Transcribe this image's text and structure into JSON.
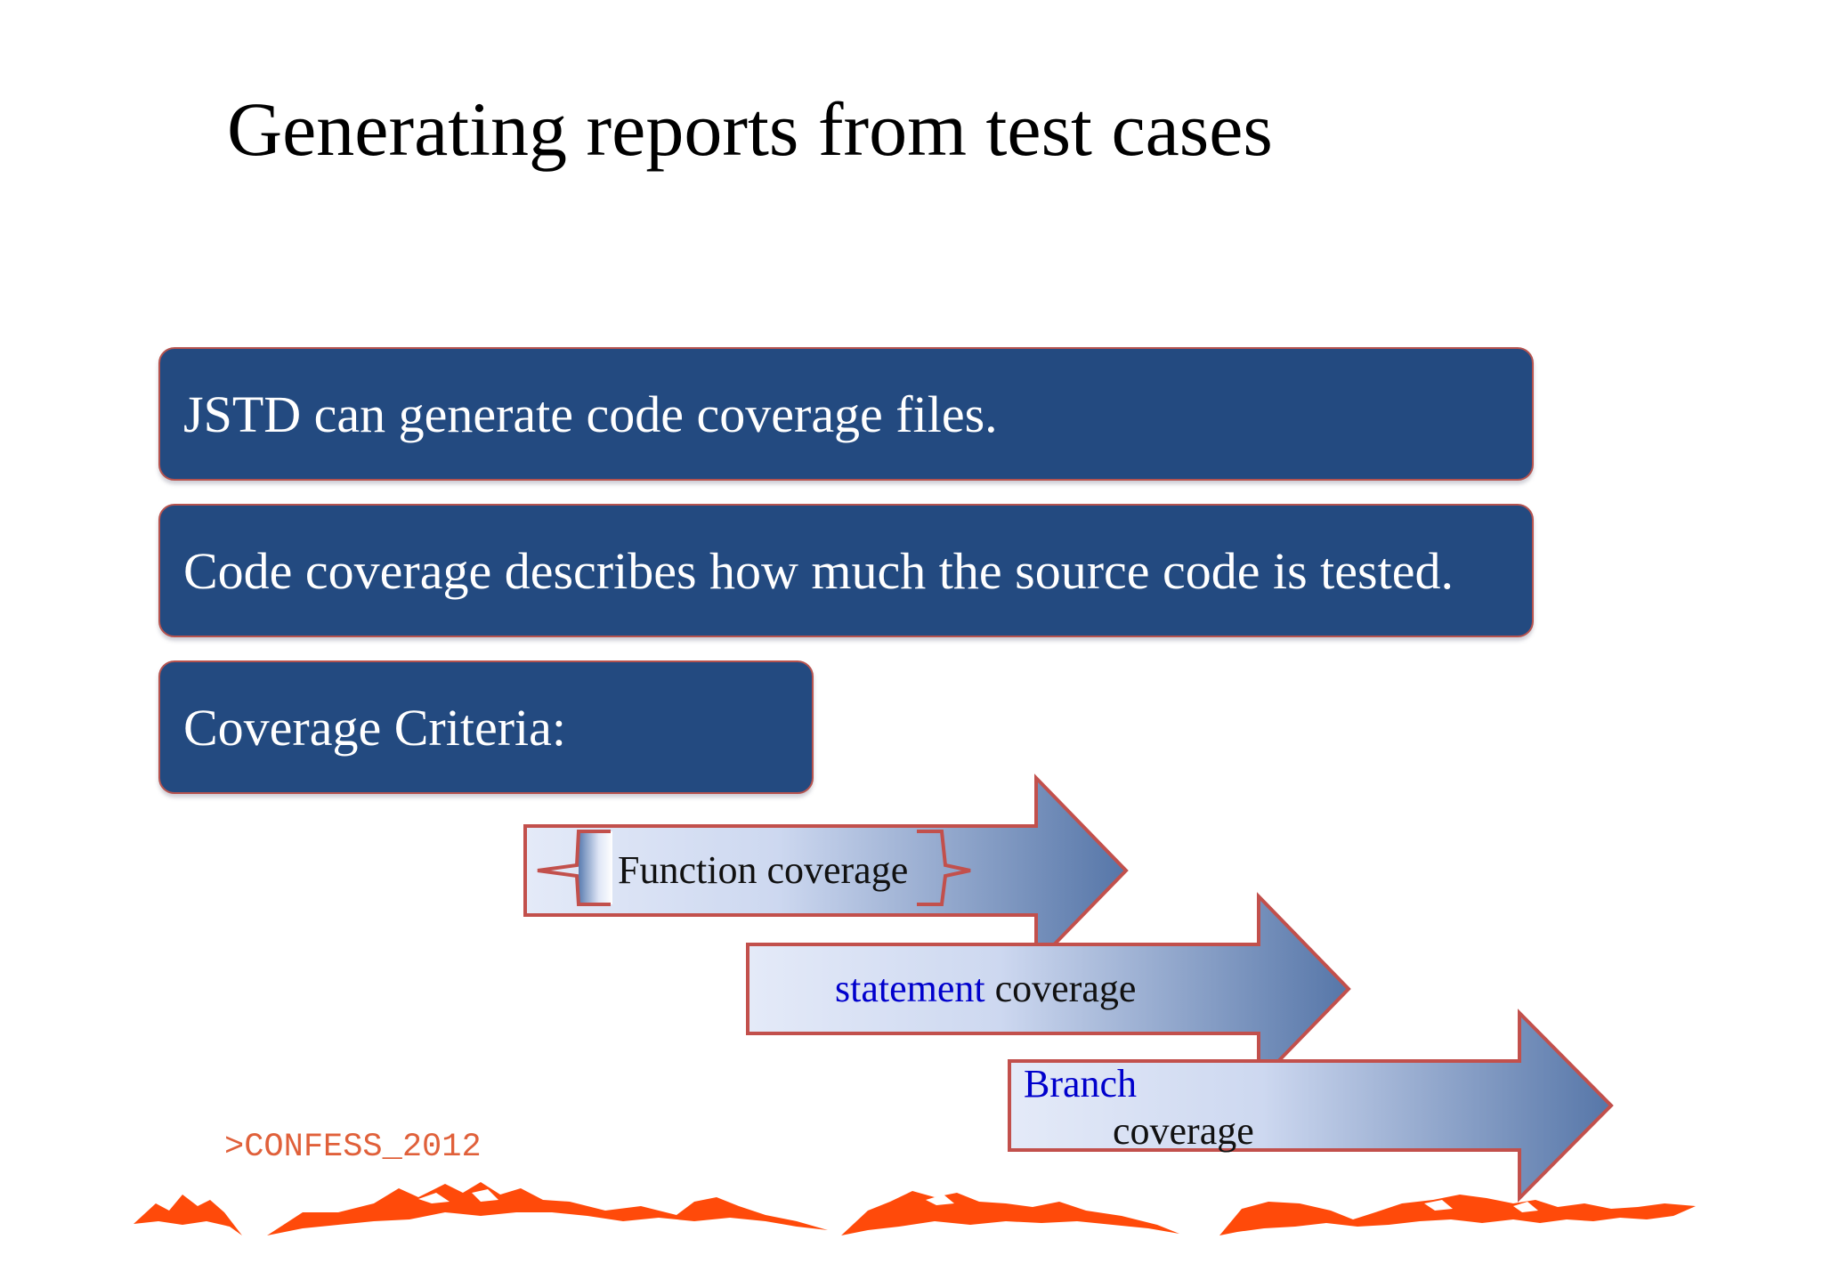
{
  "slide": {
    "title": "Generating reports from test cases",
    "bullets": [
      "JSTD can generate code coverage files.",
      "Code coverage describes how much the source code is tested.",
      "Coverage Criteria:"
    ],
    "arrows": [
      {
        "text": "Function coverage"
      },
      {
        "highlight": "statement",
        "text": " coverage"
      },
      {
        "highlight": "Branch",
        "text": "coverage"
      }
    ],
    "footer": ">CONFESS_2012"
  },
  "colors": {
    "box_fill": "#234a80",
    "box_border": "#b6534f",
    "arrow_light": "#dde4f5",
    "arrow_dark": "#5d7fae",
    "highlight_text": "#0000cc",
    "footer_orange": "#e0603a",
    "mountain_orange": "#ff4a0a"
  }
}
